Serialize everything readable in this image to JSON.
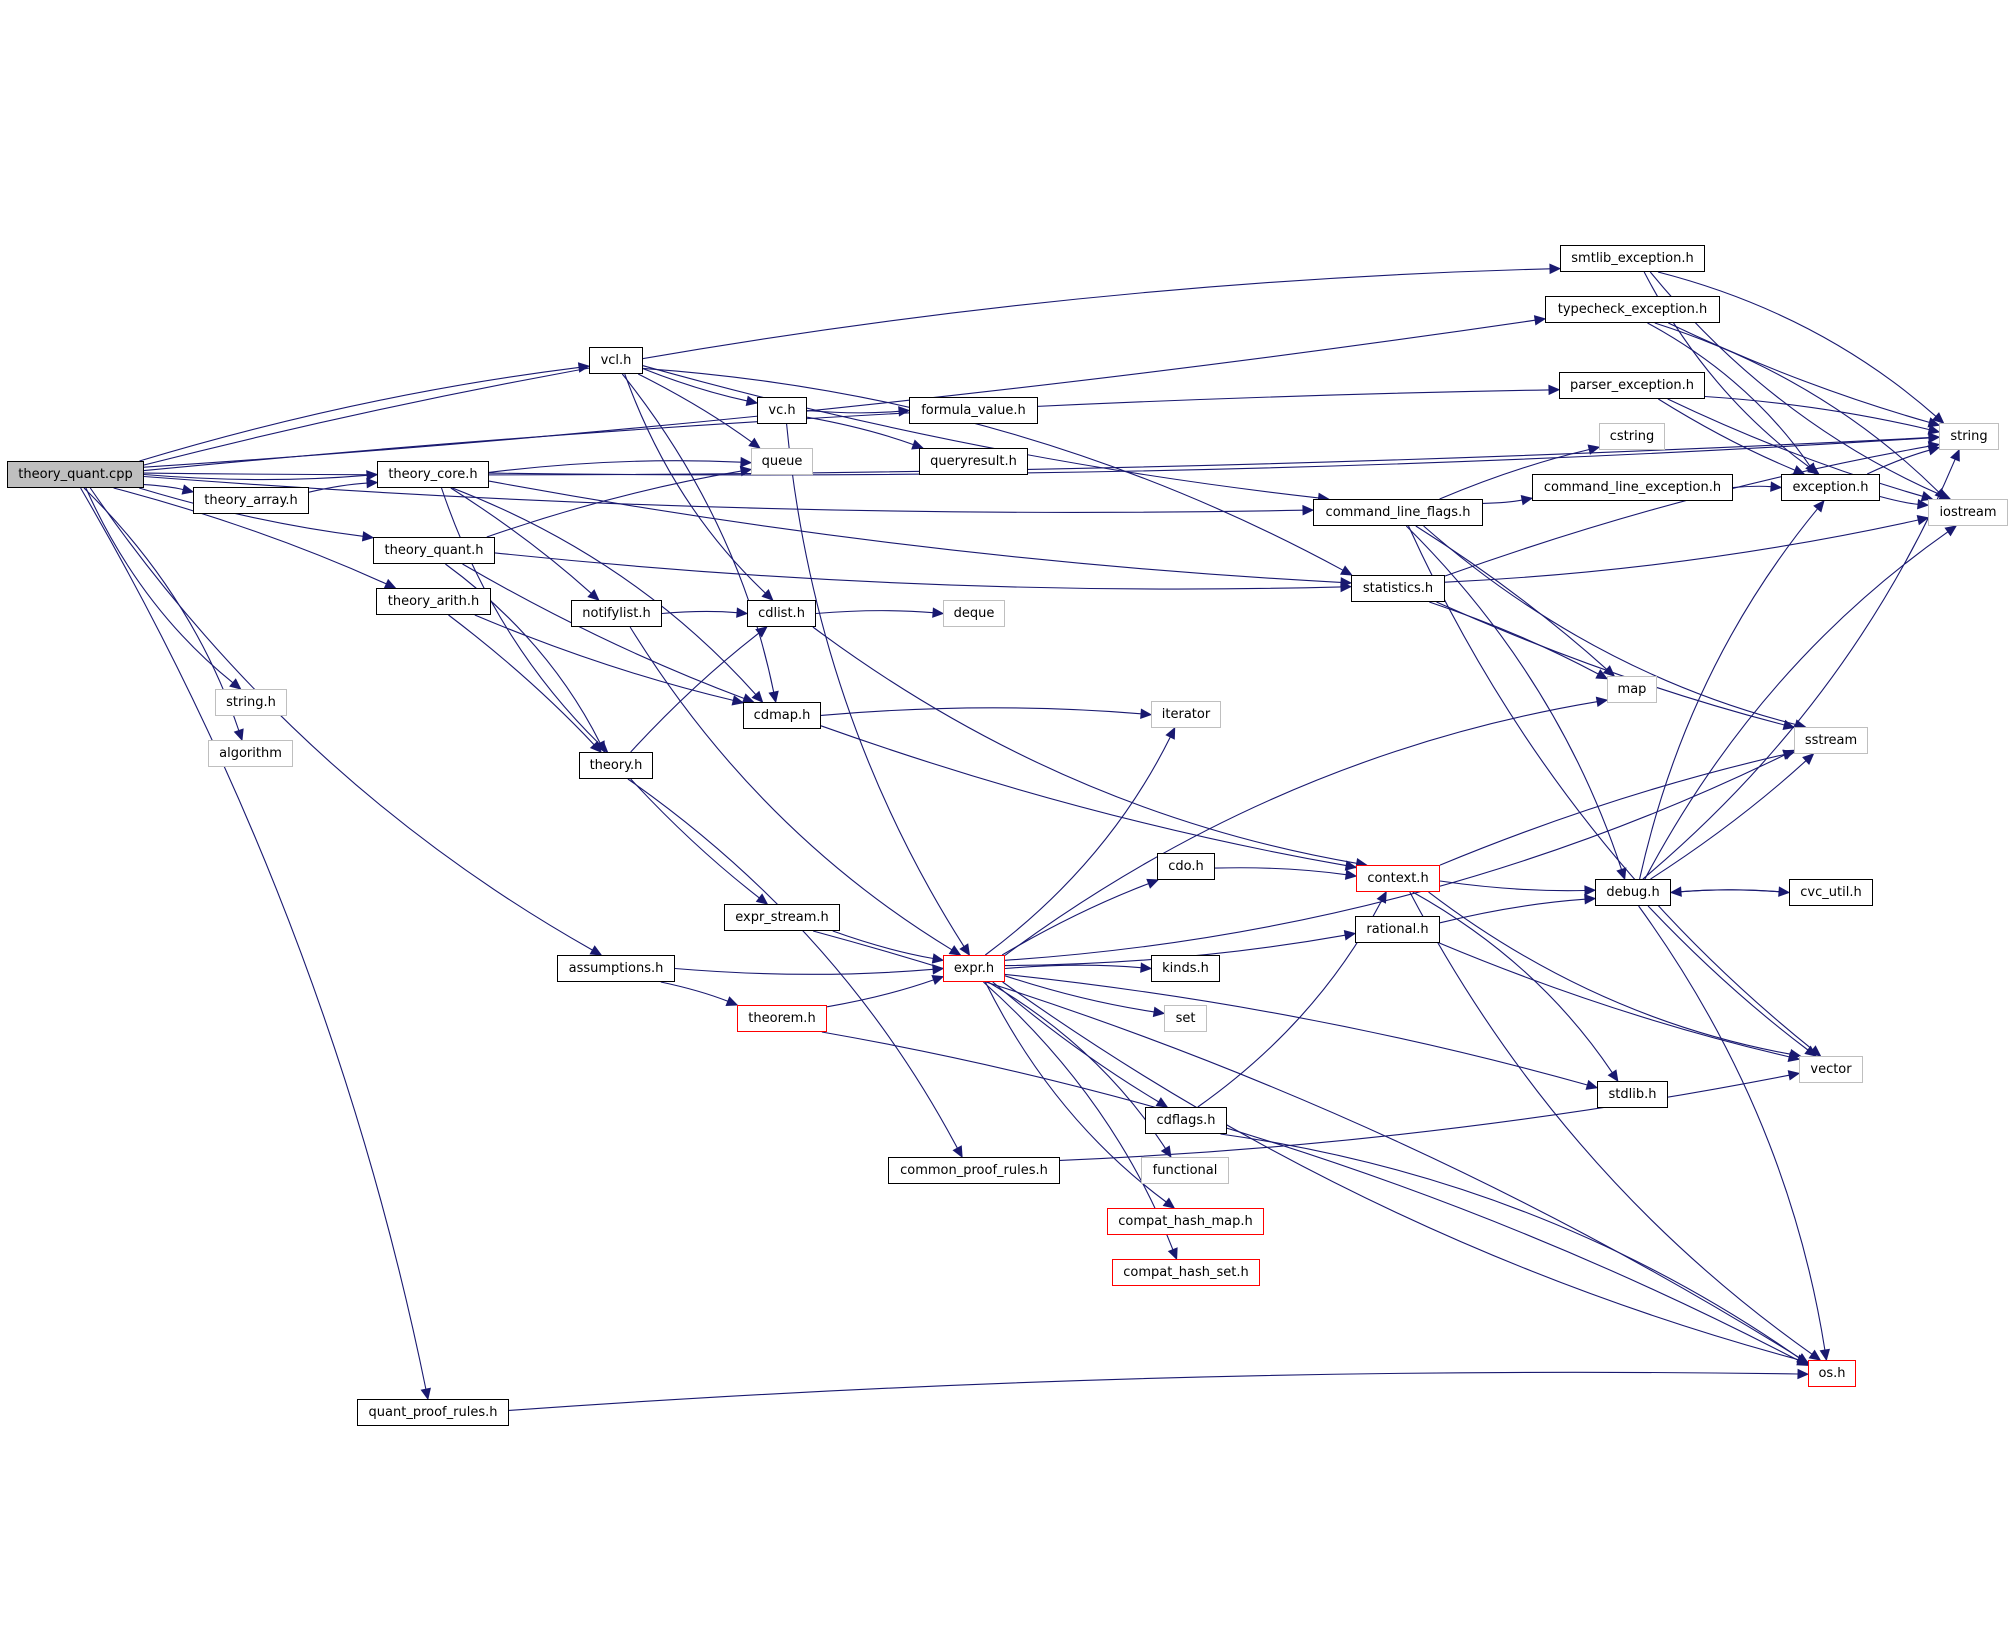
{
  "graph": {
    "title": "theory_quant.cpp include dependency graph",
    "colors": {
      "edge": "#191970",
      "root_fill": "#bfbfbf",
      "normal_border": "#000000",
      "external_border": "#bfbfbf",
      "truncated_border": "#ff0000"
    },
    "nodes": [
      {
        "id": "theory_quant_cpp",
        "label": "theory_quant.cpp",
        "kind": "root"
      },
      {
        "id": "vcl_h",
        "label": "vcl.h",
        "kind": "normal"
      },
      {
        "id": "theory_core_h",
        "label": "theory_core.h",
        "kind": "normal"
      },
      {
        "id": "theory_array_h",
        "label": "theory_array.h",
        "kind": "normal"
      },
      {
        "id": "theory_quant_h",
        "label": "theory_quant.h",
        "kind": "normal"
      },
      {
        "id": "theory_arith_h",
        "label": "theory_arith.h",
        "kind": "normal"
      },
      {
        "id": "string_h",
        "label": "string.h",
        "kind": "external"
      },
      {
        "id": "algorithm",
        "label": "algorithm",
        "kind": "external"
      },
      {
        "id": "assumptions_h",
        "label": "assumptions.h",
        "kind": "normal"
      },
      {
        "id": "quant_proof_rules_h",
        "label": "quant_proof_rules.h",
        "kind": "normal"
      },
      {
        "id": "vc_h",
        "label": "vc.h",
        "kind": "normal"
      },
      {
        "id": "formula_value_h",
        "label": "formula_value.h",
        "kind": "normal"
      },
      {
        "id": "queryresult_h",
        "label": "queryresult.h",
        "kind": "normal"
      },
      {
        "id": "queue",
        "label": "queue",
        "kind": "external"
      },
      {
        "id": "notifylist_h",
        "label": "notifylist.h",
        "kind": "normal"
      },
      {
        "id": "cdlist_h",
        "label": "cdlist.h",
        "kind": "normal"
      },
      {
        "id": "deque",
        "label": "deque",
        "kind": "external"
      },
      {
        "id": "cdmap_h",
        "label": "cdmap.h",
        "kind": "normal"
      },
      {
        "id": "theory_h",
        "label": "theory.h",
        "kind": "normal"
      },
      {
        "id": "iterator",
        "label": "iterator",
        "kind": "external"
      },
      {
        "id": "expr_stream_h",
        "label": "expr_stream.h",
        "kind": "normal"
      },
      {
        "id": "expr_h",
        "label": "expr.h",
        "kind": "truncated"
      },
      {
        "id": "theorem_h",
        "label": "theorem.h",
        "kind": "truncated"
      },
      {
        "id": "common_proof_rules_h",
        "label": "common_proof_rules.h",
        "kind": "normal"
      },
      {
        "id": "cdo_h",
        "label": "cdo.h",
        "kind": "normal"
      },
      {
        "id": "kinds_h",
        "label": "kinds.h",
        "kind": "normal"
      },
      {
        "id": "set",
        "label": "set",
        "kind": "external"
      },
      {
        "id": "cdflags_h",
        "label": "cdflags.h",
        "kind": "normal"
      },
      {
        "id": "functional",
        "label": "functional",
        "kind": "external"
      },
      {
        "id": "compat_hash_map_h",
        "label": "compat_hash_map.h",
        "kind": "truncated"
      },
      {
        "id": "compat_hash_set_h",
        "label": "compat_hash_set.h",
        "kind": "truncated"
      },
      {
        "id": "context_h",
        "label": "context.h",
        "kind": "truncated"
      },
      {
        "id": "rational_h",
        "label": "rational.h",
        "kind": "normal"
      },
      {
        "id": "command_line_flags_h",
        "label": "command_line_flags.h",
        "kind": "normal"
      },
      {
        "id": "statistics_h",
        "label": "statistics.h",
        "kind": "normal"
      },
      {
        "id": "cstring",
        "label": "cstring",
        "kind": "external"
      },
      {
        "id": "command_line_exception_h",
        "label": "command_line_exception.h",
        "kind": "normal"
      },
      {
        "id": "smtlib_exception_h",
        "label": "smtlib_exception.h",
        "kind": "normal"
      },
      {
        "id": "typecheck_exception_h",
        "label": "typecheck_exception.h",
        "kind": "normal"
      },
      {
        "id": "parser_exception_h",
        "label": "parser_exception.h",
        "kind": "normal"
      },
      {
        "id": "exception_h",
        "label": "exception.h",
        "kind": "normal"
      },
      {
        "id": "string",
        "label": "string",
        "kind": "external"
      },
      {
        "id": "iostream",
        "label": "iostream",
        "kind": "external"
      },
      {
        "id": "map",
        "label": "map",
        "kind": "external"
      },
      {
        "id": "sstream",
        "label": "sstream",
        "kind": "external"
      },
      {
        "id": "debug_h",
        "label": "debug.h",
        "kind": "normal"
      },
      {
        "id": "cvc_util_h",
        "label": "cvc_util.h",
        "kind": "normal"
      },
      {
        "id": "vector",
        "label": "vector",
        "kind": "external"
      },
      {
        "id": "stdlib_h",
        "label": "stdlib.h",
        "kind": "normal"
      },
      {
        "id": "os_h",
        "label": "os.h",
        "kind": "truncated"
      }
    ],
    "edges": [
      [
        "theory_quant_cpp",
        "vcl_h"
      ],
      [
        "theory_quant_cpp",
        "theory_core_h"
      ],
      [
        "theory_quant_cpp",
        "theory_array_h"
      ],
      [
        "theory_quant_cpp",
        "theory_quant_h"
      ],
      [
        "theory_quant_cpp",
        "theory_arith_h"
      ],
      [
        "theory_quant_cpp",
        "string_h"
      ],
      [
        "theory_quant_cpp",
        "algorithm"
      ],
      [
        "theory_quant_cpp",
        "assumptions_h"
      ],
      [
        "theory_quant_cpp",
        "quant_proof_rules_h"
      ],
      [
        "theory_quant_cpp",
        "string"
      ],
      [
        "theory_quant_cpp",
        "smtlib_exception_h"
      ],
      [
        "theory_quant_cpp",
        "typecheck_exception_h"
      ],
      [
        "theory_quant_cpp",
        "parser_exception_h"
      ],
      [
        "theory_quant_cpp",
        "command_line_flags_h"
      ],
      [
        "theory_array_h",
        "theory_core_h"
      ],
      [
        "vcl_h",
        "vc_h"
      ],
      [
        "vcl_h",
        "queue"
      ],
      [
        "vcl_h",
        "cdlist_h"
      ],
      [
        "vcl_h",
        "cdmap_h"
      ],
      [
        "vcl_h",
        "command_line_flags_h"
      ],
      [
        "vcl_h",
        "statistics_h"
      ],
      [
        "vc_h",
        "formula_value_h"
      ],
      [
        "vc_h",
        "queryresult_h"
      ],
      [
        "vc_h",
        "expr_h"
      ],
      [
        "theory_core_h",
        "queue"
      ],
      [
        "theory_core_h",
        "statistics_h"
      ],
      [
        "theory_core_h",
        "notifylist_h"
      ],
      [
        "theory_core_h",
        "theory_h"
      ],
      [
        "theory_core_h",
        "cdmap_h"
      ],
      [
        "theory_core_h",
        "string"
      ],
      [
        "theory_quant_h",
        "queue"
      ],
      [
        "theory_quant_h",
        "statistics_h"
      ],
      [
        "theory_quant_h",
        "theory_h"
      ],
      [
        "theory_quant_h",
        "cdmap_h"
      ],
      [
        "theory_arith_h",
        "theory_h"
      ],
      [
        "theory_arith_h",
        "cdmap_h"
      ],
      [
        "notifylist_h",
        "cdlist_h"
      ],
      [
        "notifylist_h",
        "expr_h"
      ],
      [
        "cdlist_h",
        "deque"
      ],
      [
        "cdlist_h",
        "context_h"
      ],
      [
        "cdmap_h",
        "iterator"
      ],
      [
        "cdmap_h",
        "context_h"
      ],
      [
        "theory_h",
        "cdlist_h"
      ],
      [
        "theory_h",
        "expr_stream_h"
      ],
      [
        "theory_h",
        "common_proof_rules_h"
      ],
      [
        "expr_stream_h",
        "expr_h"
      ],
      [
        "expr_stream_h",
        "os_h"
      ],
      [
        "assumptions_h",
        "expr_h"
      ],
      [
        "assumptions_h",
        "theorem_h"
      ],
      [
        "theorem_h",
        "expr_h"
      ],
      [
        "theorem_h",
        "os_h"
      ],
      [
        "common_proof_rules_h",
        "vector"
      ],
      [
        "quant_proof_rules_h",
        "os_h"
      ],
      [
        "expr_h",
        "iterator"
      ],
      [
        "expr_h",
        "map"
      ],
      [
        "expr_h",
        "sstream"
      ],
      [
        "expr_h",
        "cdo_h"
      ],
      [
        "expr_h",
        "rational_h"
      ],
      [
        "expr_h",
        "kinds_h"
      ],
      [
        "expr_h",
        "set"
      ],
      [
        "expr_h",
        "stdlib_h"
      ],
      [
        "expr_h",
        "cdflags_h"
      ],
      [
        "expr_h",
        "functional"
      ],
      [
        "expr_h",
        "compat_hash_map_h"
      ],
      [
        "expr_h",
        "compat_hash_set_h"
      ],
      [
        "expr_h",
        "os_h"
      ],
      [
        "cdo_h",
        "context_h"
      ],
      [
        "cdflags_h",
        "context_h"
      ],
      [
        "cdflags_h",
        "os_h"
      ],
      [
        "context_h",
        "debug_h"
      ],
      [
        "context_h",
        "sstream"
      ],
      [
        "context_h",
        "vector"
      ],
      [
        "context_h",
        "stdlib_h"
      ],
      [
        "context_h",
        "os_h"
      ],
      [
        "rational_h",
        "debug_h"
      ],
      [
        "rational_h",
        "vector"
      ],
      [
        "command_line_flags_h",
        "cstring"
      ],
      [
        "command_line_flags_h",
        "command_line_exception_h"
      ],
      [
        "command_line_flags_h",
        "map"
      ],
      [
        "command_line_flags_h",
        "sstream"
      ],
      [
        "command_line_flags_h",
        "debug_h"
      ],
      [
        "command_line_flags_h",
        "vector"
      ],
      [
        "statistics_h",
        "string"
      ],
      [
        "statistics_h",
        "iostream"
      ],
      [
        "statistics_h",
        "map"
      ],
      [
        "statistics_h",
        "sstream"
      ],
      [
        "command_line_exception_h",
        "exception_h"
      ],
      [
        "smtlib_exception_h",
        "exception_h"
      ],
      [
        "smtlib_exception_h",
        "string"
      ],
      [
        "smtlib_exception_h",
        "iostream"
      ],
      [
        "typecheck_exception_h",
        "exception_h"
      ],
      [
        "typecheck_exception_h",
        "string"
      ],
      [
        "typecheck_exception_h",
        "iostream"
      ],
      [
        "parser_exception_h",
        "exception_h"
      ],
      [
        "parser_exception_h",
        "string"
      ],
      [
        "parser_exception_h",
        "iostream"
      ],
      [
        "exception_h",
        "string"
      ],
      [
        "exception_h",
        "iostream"
      ],
      [
        "debug_h",
        "exception_h"
      ],
      [
        "debug_h",
        "string"
      ],
      [
        "debug_h",
        "iostream"
      ],
      [
        "debug_h",
        "sstream"
      ],
      [
        "debug_h",
        "cvc_util_h"
      ],
      [
        "debug_h",
        "vector"
      ],
      [
        "debug_h",
        "os_h"
      ],
      [
        "cvc_util_h",
        "debug_h"
      ]
    ]
  }
}
